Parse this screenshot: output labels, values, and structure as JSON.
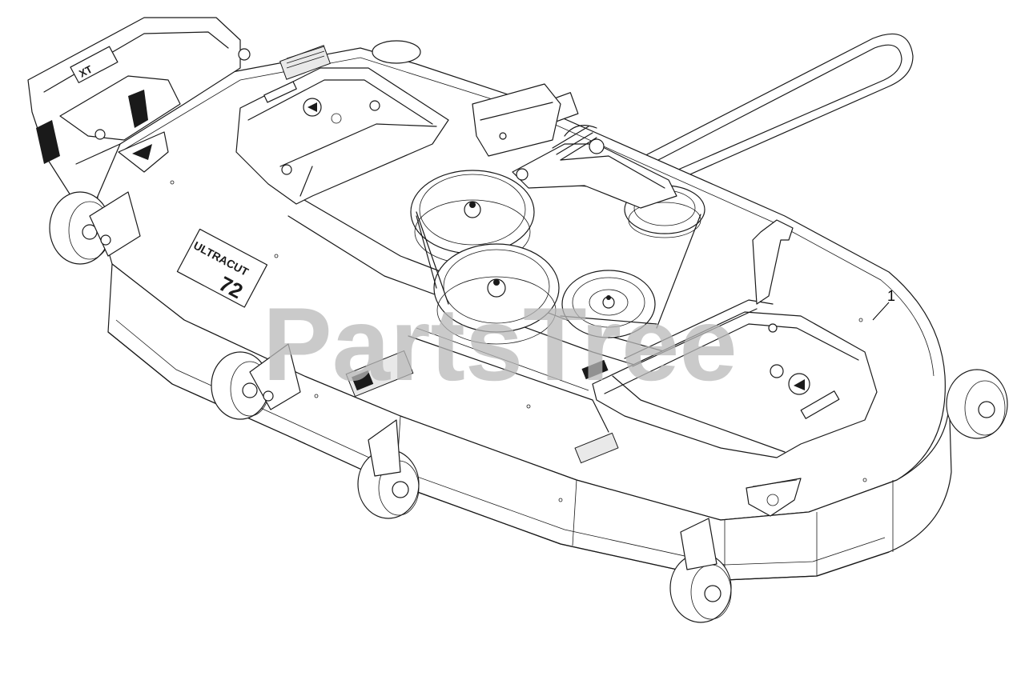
{
  "diagram": {
    "callouts": [
      {
        "id": "1",
        "label": "1"
      }
    ],
    "watermark": "PartsTree",
    "decals": {
      "model_badge": "ULTRACUT",
      "model_number": "72",
      "brand_logo": "XT"
    }
  }
}
